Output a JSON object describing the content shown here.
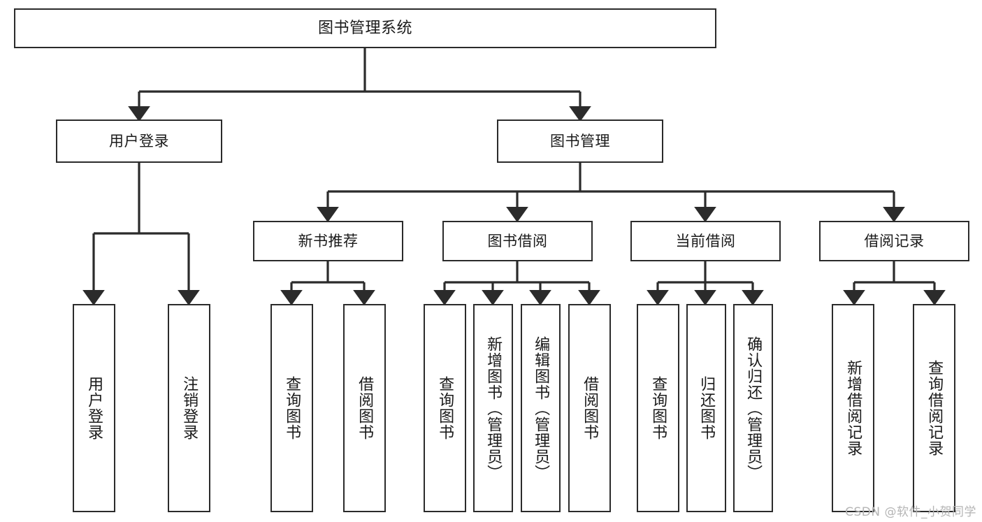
{
  "diagram": {
    "title": "图书管理系统",
    "type": "tree",
    "watermark": "CSDN @软件_小贺同学",
    "colors": {
      "border": "#2b2b2b",
      "background": "#ffffff",
      "text": "#1a1a1a",
      "edge": "#2b2b2b",
      "watermark": "#b5b5b5"
    },
    "nodes": {
      "root": {
        "label": "图书管理系统"
      },
      "level1": [
        {
          "id": "user-login",
          "label": "用户登录"
        },
        {
          "id": "book-manage",
          "label": "图书管理"
        }
      ],
      "level2": [
        {
          "id": "new-book-rec",
          "label": "新书推荐"
        },
        {
          "id": "book-borrow",
          "label": "图书借阅"
        },
        {
          "id": "current-borrow",
          "label": "当前借阅"
        },
        {
          "id": "borrow-record",
          "label": "借阅记录"
        }
      ],
      "leaves": [
        {
          "id": "leaf-user-login",
          "label": "用户登录",
          "parent": "user-login"
        },
        {
          "id": "leaf-user-logout",
          "label": "注销登录",
          "parent": "user-login"
        },
        {
          "id": "leaf-query-book-1",
          "label": "查询图书",
          "parent": "new-book-rec"
        },
        {
          "id": "leaf-borrow-book-1",
          "label": "借阅图书",
          "parent": "new-book-rec"
        },
        {
          "id": "leaf-query-book-2",
          "label": "查询图书",
          "parent": "book-borrow"
        },
        {
          "id": "leaf-add-book",
          "label": "新增图书（管理员）",
          "parent": "book-borrow"
        },
        {
          "id": "leaf-edit-book",
          "label": "编辑图书（管理员）",
          "parent": "book-borrow"
        },
        {
          "id": "leaf-borrow-book-2",
          "label": "借阅图书",
          "parent": "book-borrow"
        },
        {
          "id": "leaf-query-book-3",
          "label": "查询图书",
          "parent": "current-borrow"
        },
        {
          "id": "leaf-return-book",
          "label": "归还图书",
          "parent": "current-borrow"
        },
        {
          "id": "leaf-confirm-return",
          "label": "确认归还（管理员）",
          "parent": "current-borrow"
        },
        {
          "id": "leaf-add-record",
          "label": "新增借阅记录",
          "parent": "borrow-record"
        },
        {
          "id": "leaf-query-record",
          "label": "查询借阅记录",
          "parent": "borrow-record"
        }
      ]
    }
  }
}
